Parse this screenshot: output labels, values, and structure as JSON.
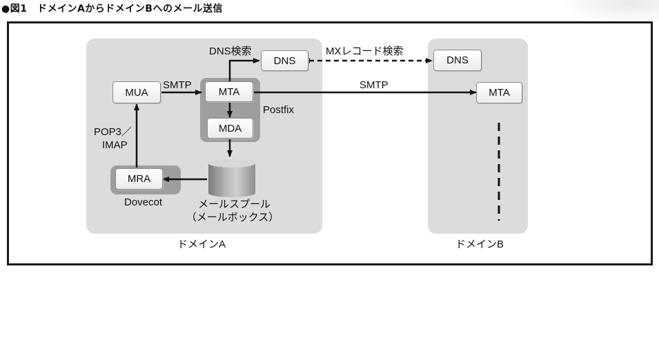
{
  "figure": {
    "caption": "●図1　ドメインAからドメインBへのメール送信"
  },
  "domain_a": {
    "label": "ドメインA",
    "nodes": {
      "mua": "MUA",
      "mta": "MTA",
      "mda": "MDA",
      "mra": "MRA",
      "dns": "DNS"
    },
    "postfix_label": "Postfix",
    "dovecot_label": "Dovecot",
    "mailspool_line1": "メールスプール",
    "mailspool_line2": "（メールボックス）"
  },
  "domain_b": {
    "label": "ドメインB",
    "nodes": {
      "dns": "DNS",
      "mta": "MTA"
    }
  },
  "edges": {
    "mua_to_mta": "SMTP",
    "mta_a_to_mta_b": "SMTP",
    "dns_lookup": "DNS検索",
    "mx_lookup": "MXレコード検索",
    "mra_to_mua_line1": "POP3／",
    "mra_to_mua_line2": "IMAP"
  }
}
